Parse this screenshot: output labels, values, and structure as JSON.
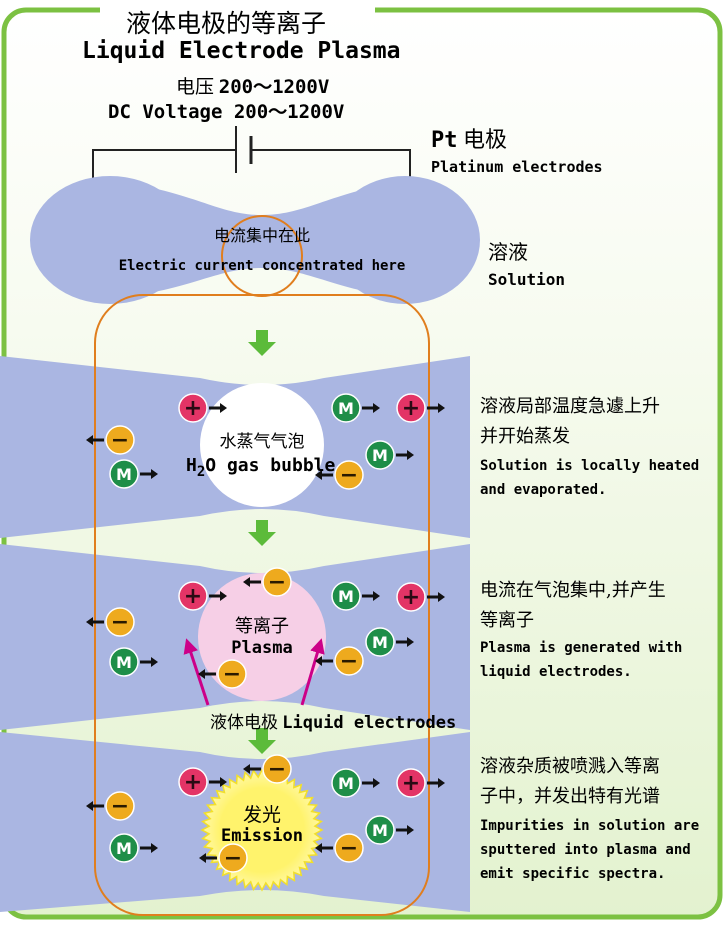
{
  "title_zh": "液体电极的等离子",
  "title_en": "Liquid Electrode Plasma",
  "voltage_zh_prefix": "电压",
  "voltage_value": "200～1200V",
  "voltage_en": "DC Voltage 200～1200V",
  "pt_symbol": "Pt",
  "pt_zh": "电极",
  "pt_en": "Platinum electrodes",
  "concentrated_zh": "电流集中在此",
  "concentrated_en": "Electric current concentrated here",
  "solution_zh": "溶液",
  "solution_en": "Solution",
  "bubble_zh": "水蒸气气泡",
  "bubble_h": "H",
  "bubble_sub": "2",
  "bubble_rest": "O gas bubble",
  "plasma_zh": "等离子",
  "plasma_en": "Plasma",
  "liquid_electrodes_zh": "液体电极",
  "liquid_electrodes_en": "Liquid electrodes",
  "emission_zh": "发光",
  "emission_en": "Emission",
  "step1_zh_line1": "溶液局部温度急遽上升",
  "step1_zh_line2": "并开始蒸发",
  "step1_en_line1": "Solution is locally heated",
  "step1_en_line2": "and evaporated.",
  "step2_zh_line1": "电流在气泡集中,并产生",
  "step2_zh_line2": "等离子",
  "step2_en_line1": "Plasma is generated with",
  "step2_en_line2": "liquid electrodes.",
  "step3_zh_line1": "溶液杂质被喷溅入等离",
  "step3_zh_line2": "子中，并发出特有光谱",
  "step3_en_line1": "Impurities in solution are",
  "step3_en_line2": "sputtered into plasma and",
  "step3_en_line3": "emit specific spectra.",
  "ion_plus": "+",
  "ion_minus": "−",
  "ion_metal": "M",
  "colors": {
    "frame_green": "#7cc142",
    "solution_blue": "#aab6e2",
    "channel_orange": "#e07e1e",
    "cation_red": "#e33466",
    "anion_orange": "#eeaa1e",
    "metal_green": "#1e8e48",
    "arrow_green": "#5cbb3a",
    "arrow_magenta": "#cc0088",
    "plasma_pink": "#f6cfe6",
    "emission_yellow": "#fff36c"
  }
}
